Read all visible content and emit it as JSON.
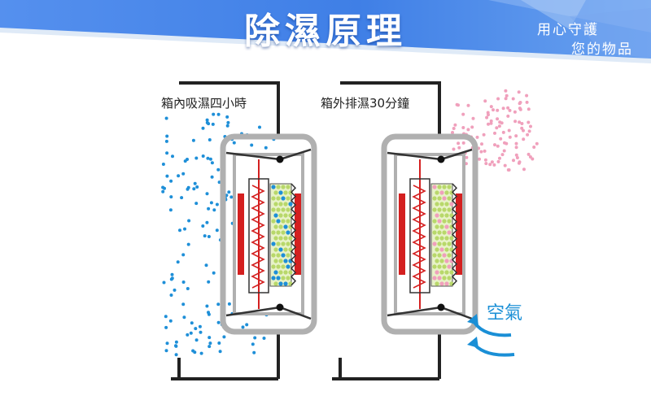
{
  "header": {
    "title": "除濕原理",
    "slogan_line1": "用心守護",
    "slogan_line2": "您的物品"
  },
  "panels": [
    {
      "caption": "箱內吸濕四小時",
      "dot_color": "#1e8fd8"
    },
    {
      "caption": "箱外排濕30分鐘",
      "dot_color": "#f0a0bc"
    }
  ],
  "air_label": "空氣",
  "colors": {
    "banner": "#3f7fe6",
    "banner_light": "#9cc4f6",
    "wall": "#222222",
    "frame": "#b0b0b0",
    "heater": "#d42020",
    "desiccant": "#b8d86a",
    "blue_dot": "#1e8fd8",
    "pink_dot": "#f0a0bc",
    "arrow": "#1a8fd6"
  }
}
